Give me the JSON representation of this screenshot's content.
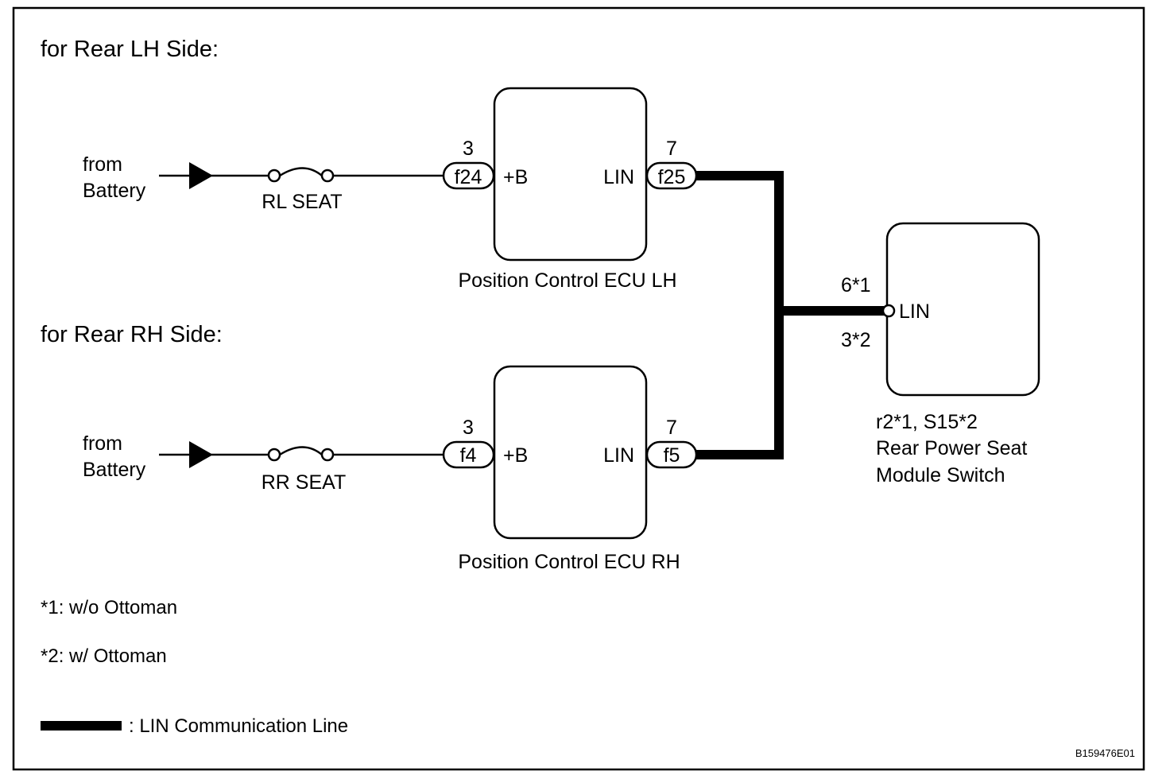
{
  "diagram": {
    "section_lh_title": "for Rear LH Side:",
    "section_rh_title": "for Rear RH Side:",
    "lh": {
      "source_line1": "from",
      "source_line2": "Battery",
      "fuse_label": "RL SEAT",
      "ecu_name": "Position Control ECU LH",
      "pin_b_number": "3",
      "pin_b_connector": "f24",
      "pin_b_label": "+B",
      "pin_lin_number": "7",
      "pin_lin_connector": "f25",
      "pin_lin_label": "LIN"
    },
    "rh": {
      "source_line1": "from",
      "source_line2": "Battery",
      "fuse_label": "RR SEAT",
      "ecu_name": "Position Control ECU RH",
      "pin_b_number": "3",
      "pin_b_connector": "f4",
      "pin_b_label": "+B",
      "pin_lin_number": "7",
      "pin_lin_connector": "f5",
      "pin_lin_label": "LIN"
    },
    "switch": {
      "pin_number_1": "6*1",
      "pin_number_2": "3*2",
      "pin_label": "LIN",
      "connector_line": "r2*1, S15*2",
      "name_line1": "Rear Power Seat",
      "name_line2": "Module Switch"
    },
    "notes": [
      "*1: w/o Ottoman",
      "*2: w/ Ottoman"
    ],
    "legend_label": ": LIN Communication Line",
    "figure_code": "B159476E01"
  }
}
